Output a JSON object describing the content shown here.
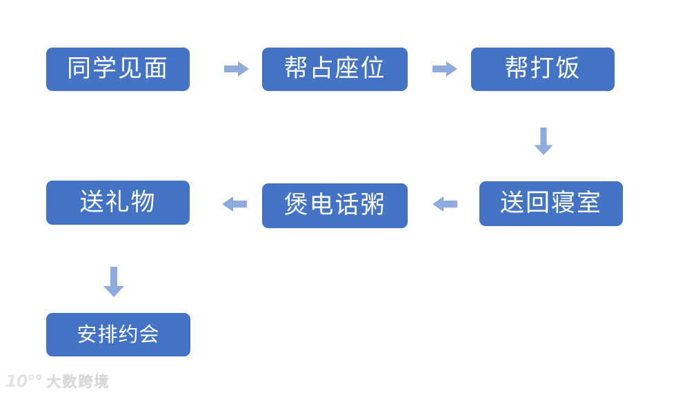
{
  "colors": {
    "node_fill": "#4472C4",
    "node_text": "#ffffff",
    "arrow": "#8FAADC",
    "watermark": "#e2e2e2",
    "background": "#ffffff"
  },
  "flowchart": {
    "nodes": [
      {
        "label": "同学见面"
      },
      {
        "label": "帮占座位"
      },
      {
        "label": "帮打饭"
      },
      {
        "label": "送回寝室"
      },
      {
        "label": "煲电话粥"
      },
      {
        "label": "送礼物"
      },
      {
        "label": "安排约会"
      }
    ],
    "connections": [
      {
        "from": "同学见面",
        "to": "帮占座位",
        "direction": "right"
      },
      {
        "from": "帮占座位",
        "to": "帮打饭",
        "direction": "right"
      },
      {
        "from": "帮打饭",
        "to": "送回寝室",
        "direction": "down"
      },
      {
        "from": "送回寝室",
        "to": "煲电话粥",
        "direction": "left"
      },
      {
        "from": "煲电话粥",
        "to": "送礼物",
        "direction": "left"
      },
      {
        "from": "送礼物",
        "to": "安排约会",
        "direction": "down"
      }
    ]
  },
  "watermark": {
    "logo": "10°°",
    "text": "大数跨境"
  }
}
